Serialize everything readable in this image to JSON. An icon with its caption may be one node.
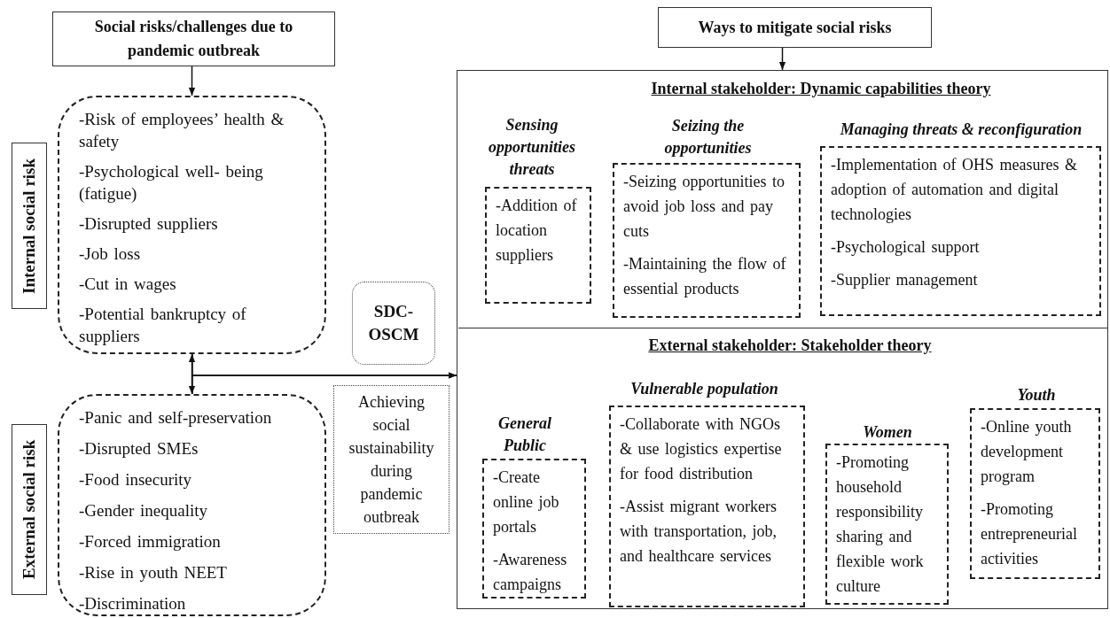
{
  "diagram": {
    "nodes": [
      {
        "text": [
          "Social risks/challenges due to pandemic outbreak"
        ]
      },
      {
        "text": [
          "Internal social risk"
        ]
      },
      {
        "text": [
          "-Risk of employees’ health & safety",
          "-Psychological well- being (fatigue)",
          "-Disrupted suppliers",
          "-Job loss",
          "-Cut in wages",
          "-Potential bankruptcy of suppliers"
        ]
      },
      {
        "text": [
          "External social risk"
        ]
      },
      {
        "text": [
          "-Panic and self-preservation",
          "-Disrupted SMEs",
          "-Food insecurity",
          "-Gender inequality",
          "-Forced immigration",
          "-Rise in youth NEET",
          "-Discrimination"
        ]
      },
      {
        "text": [
          "SDC-OSCM"
        ]
      },
      {
        "text": [
          "Achieving social sustainability during pandemic outbreak"
        ]
      },
      {
        "text": [
          "Ways to mitigate social risks"
        ]
      },
      {
        "text": [],
        "shape": "box"
      },
      {
        "text": [
          "Internal stakeholder: Dynamic capabilities theory"
        ],
        "in": 8
      },
      {
        "text": [
          "Sensing opportunities threats",
          "-Addition of location suppliers"
        ],
        "in": 9
      },
      {
        "text": [
          "Seizing the opportunities",
          "-Seizing opportunities to avoid job loss and pay cuts",
          "-Maintaining the flow of essential products"
        ],
        "in": 9
      },
      {
        "text": [
          "Managing threats & reconfiguration",
          "-Implementation of OHS measures & adoption of automation and digital technologies",
          "-Psychological support",
          "-Supplier management"
        ],
        "in": 9
      },
      {
        "text": [
          "External stakeholder: Stakeholder theory"
        ],
        "in": 8
      },
      {
        "text": [
          "General Public",
          "-Create online job portals",
          "-Awareness campaigns"
        ],
        "in": 13
      },
      {
        "text": [
          "Vulnerable population",
          "-Collaborate with NGOs & use logistics expertise for food distribution",
          "-Assist migrant workers with transportation, job, and healthcare services"
        ],
        "in": 13
      },
      {
        "text": [
          "Women",
          "-Promoting household responsibility sharing and flexible work culture"
        ],
        "in": 13
      },
      {
        "text": [
          "Youth",
          "-Online youth development program",
          "-Promoting entrepreneurial activities"
        ],
        "in": 13
      }
    ],
    "edges": [
      {
        "from": 0,
        "to": 2,
        "arrow": "to"
      },
      {
        "from": 2,
        "to": 4,
        "arrow": "both"
      },
      {
        "from": 2,
        "to": 8,
        "arrow": "to"
      },
      {
        "from": 4,
        "to": 8,
        "arrow": "to"
      },
      {
        "from": 7,
        "to": 8,
        "arrow": "to"
      }
    ]
  }
}
